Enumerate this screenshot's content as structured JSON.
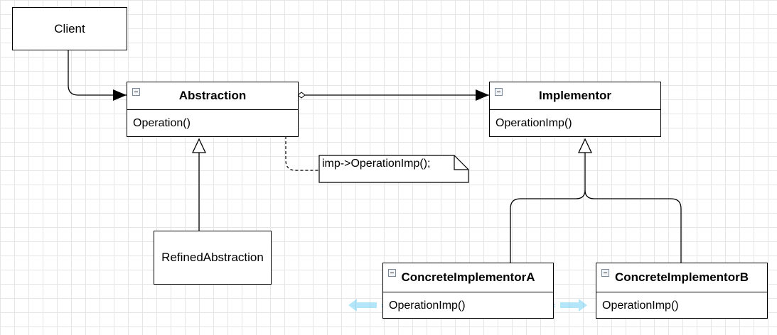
{
  "client": {
    "label": "Client"
  },
  "abstraction": {
    "name": "Abstraction",
    "operation": "Operation()"
  },
  "implementor": {
    "name": "Implementor",
    "operation": "OperationImp()"
  },
  "refined": {
    "label": "RefinedAbstraction"
  },
  "concrete_a": {
    "name": "ConcreteImplementorA",
    "operation": "OperationImp()"
  },
  "concrete_b": {
    "name": "ConcreteImplementorB",
    "operation": "OperationImp()"
  },
  "note": {
    "text": "imp->OperationImp();"
  },
  "colors": {
    "line": "#000000",
    "grid": "#e6e6e6",
    "selection_hint": "#29b6f2"
  }
}
